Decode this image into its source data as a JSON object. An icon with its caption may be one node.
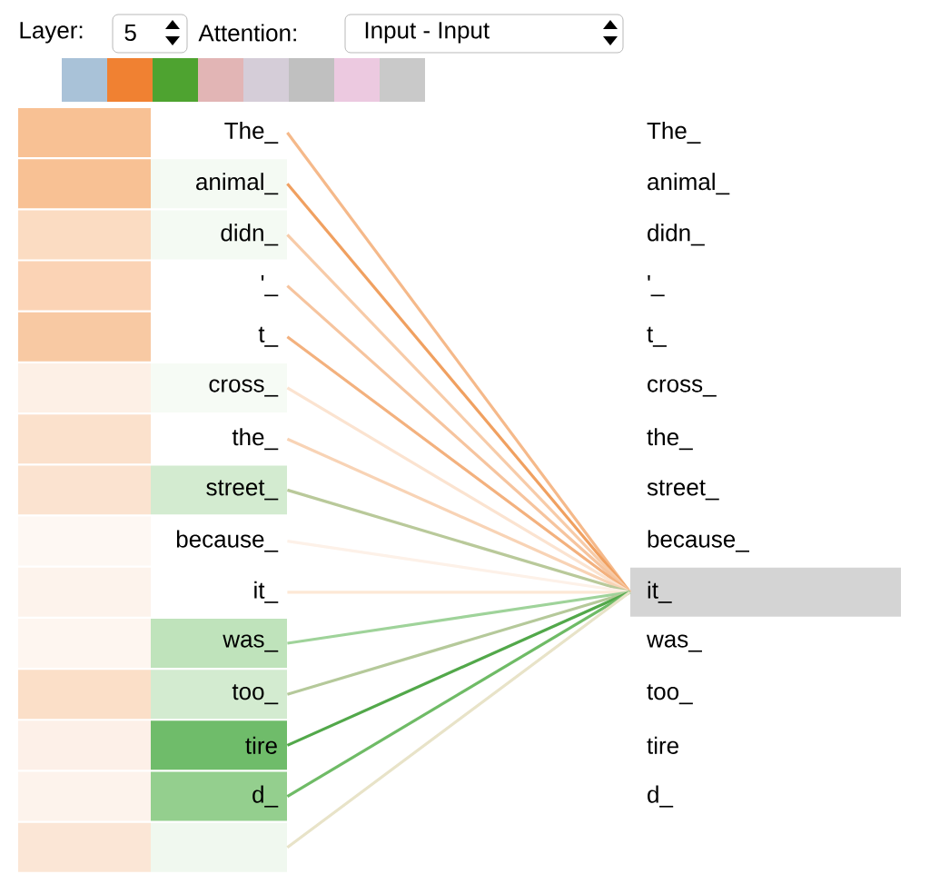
{
  "diagram": {
    "nodes": [
      {
        "text": [
          "The_"
        ]
      },
      {
        "text": [
          "animal_"
        ]
      },
      {
        "text": [
          "didn_"
        ]
      },
      {
        "text": [
          "'_"
        ]
      },
      {
        "text": [
          "t_"
        ]
      },
      {
        "text": [
          "cross_"
        ]
      },
      {
        "text": [
          "the_"
        ]
      },
      {
        "text": [
          "street_"
        ]
      },
      {
        "text": [
          "because_"
        ]
      },
      {
        "text": [
          "it_"
        ]
      },
      {
        "text": [
          "was_"
        ]
      },
      {
        "text": [
          "too_"
        ]
      },
      {
        "text": [
          "tire"
        ]
      },
      {
        "text": [
          "d_"
        ]
      },
      {
        "text": [],
        "shape": "box"
      },
      {
        "text": [
          "The_"
        ]
      },
      {
        "text": [
          "animal_"
        ]
      },
      {
        "text": [
          "didn_"
        ]
      },
      {
        "text": [
          "'_"
        ]
      },
      {
        "text": [
          "t_"
        ]
      },
      {
        "text": [
          "cross_"
        ]
      },
      {
        "text": [
          "the_"
        ]
      },
      {
        "text": [
          "street_"
        ]
      },
      {
        "text": [
          "because_"
        ]
      },
      {
        "text": [
          "it_"
        ]
      },
      {
        "text": [
          "was_"
        ]
      },
      {
        "text": [
          "too_"
        ]
      },
      {
        "text": [
          "tire"
        ]
      },
      {
        "text": [
          "d_"
        ]
      }
    ],
    "edges": [
      {
        "from": 0,
        "to": 24,
        "arrow": "none",
        "color": "#f5b98a"
      },
      {
        "from": 1,
        "to": 24,
        "arrow": "none",
        "color": "#f0a060"
      },
      {
        "from": 2,
        "to": 24,
        "arrow": "none",
        "color": "#f7cba8"
      },
      {
        "from": 3,
        "to": 24,
        "arrow": "none",
        "color": "#f6c49e"
      },
      {
        "from": 4,
        "to": 24,
        "arrow": "none",
        "color": "#f3b17e"
      },
      {
        "from": 5,
        "to": 24,
        "arrow": "none",
        "color": "#fbe3d0"
      },
      {
        "from": 6,
        "to": 24,
        "arrow": "none",
        "color": "#f8d3b5"
      },
      {
        "from": 7,
        "to": 24,
        "arrow": "none",
        "color": "#b9c99a"
      },
      {
        "from": 8,
        "to": 24,
        "arrow": "none",
        "color": "#fdf1e8"
      },
      {
        "from": 9,
        "to": 24,
        "arrow": "none",
        "color": "#fde8d6"
      },
      {
        "from": 10,
        "to": 24,
        "arrow": "none",
        "color": "#9fd39a"
      },
      {
        "from": 11,
        "to": 24,
        "arrow": "none",
        "color": "#b5c99a"
      },
      {
        "from": 12,
        "to": 24,
        "arrow": "none",
        "color": "#52a84a"
      },
      {
        "from": 13,
        "to": 24,
        "arrow": "none",
        "color": "#6fbb66"
      },
      {
        "from": 14,
        "to": 24,
        "arrow": "none",
        "color": "#e8e3c8"
      }
    ],
    "labels": [
      "Layer:",
      "5",
      "Attention:",
      "Input - Input"
    ]
  }
}
